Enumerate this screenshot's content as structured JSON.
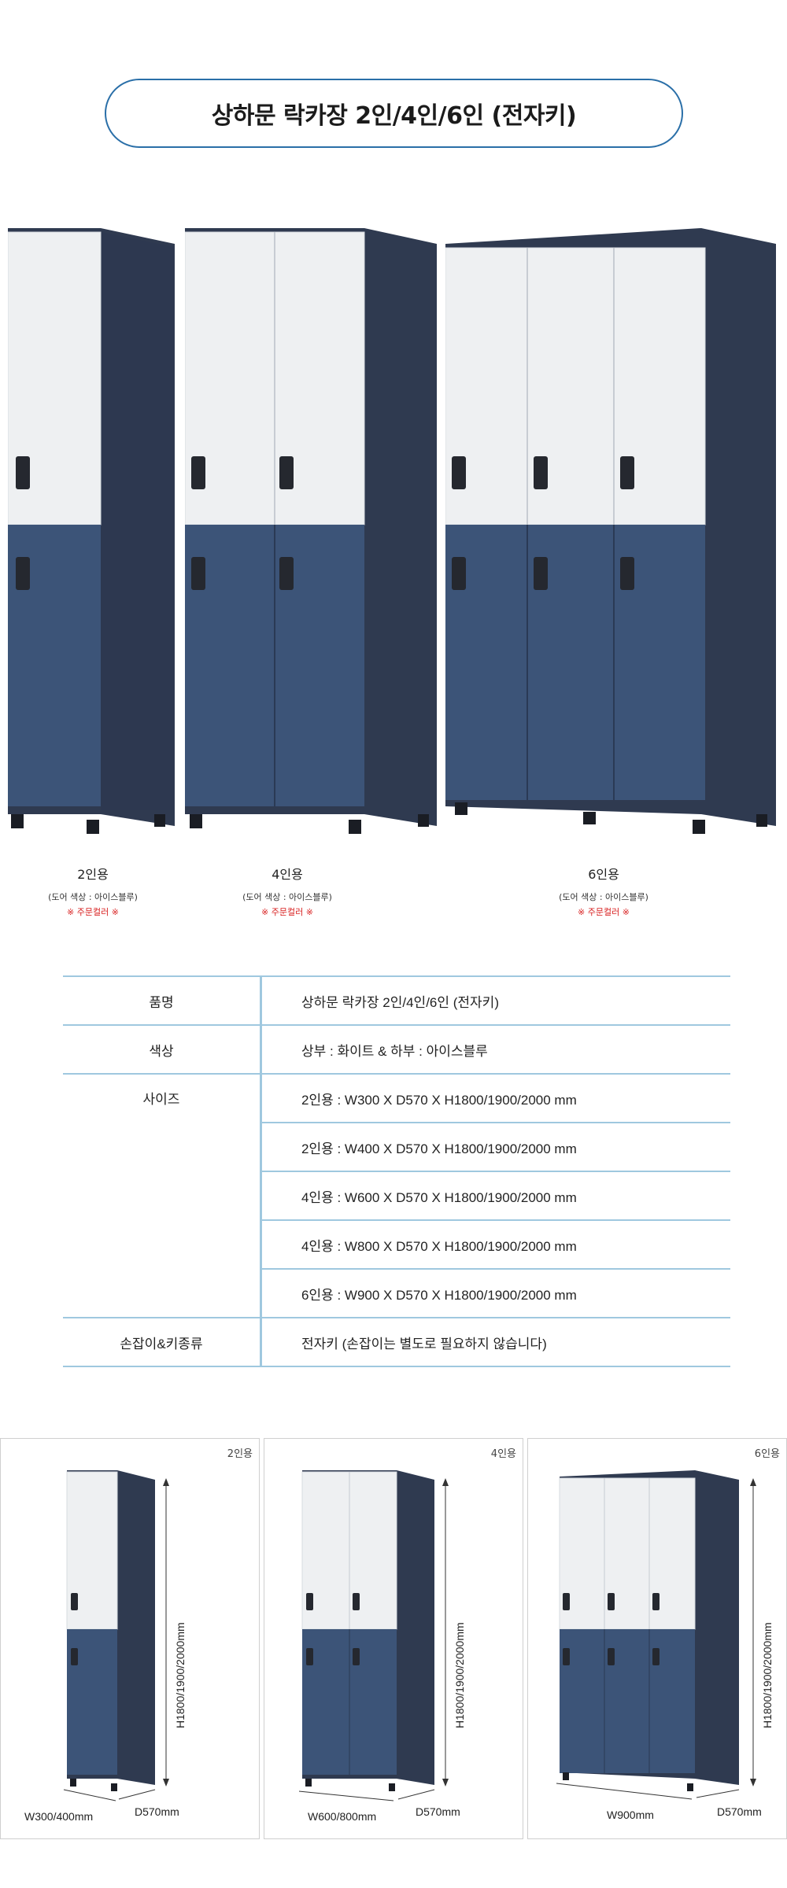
{
  "title": "상하문 락카장 2인/4인/6인 (전자키)",
  "colors": {
    "accent": "#2a6fa8",
    "door_white": "#eef0f2",
    "door_blue": "#3c5478",
    "body": "#2f3a50",
    "table_line": "#9fc8df",
    "note_red": "#d82020"
  },
  "products": [
    {
      "label": "2인용",
      "sub": "(도어 색상 : 아이스블루)",
      "note": "※ 주문컬러 ※"
    },
    {
      "label": "4인용",
      "sub": "(도어 색상 : 아이스블루)",
      "note": "※ 주문컬러 ※"
    },
    {
      "label": "6인용",
      "sub": "(도어 색상 : 아이스블루)",
      "note": "※ 주문컬러 ※"
    }
  ],
  "spec": {
    "product_name": {
      "label": "품명",
      "value": "상하문 락카장 2인/4인/6인 (전자키)"
    },
    "color": {
      "label": "색상",
      "value": "상부 : 화이트 & 하부 : 아이스블루"
    },
    "size": {
      "label": "사이즈",
      "values": [
        "2인용 : W300 X D570 X H1800/1900/2000 mm",
        "2인용 : W400 X D570 X H1800/1900/2000 mm",
        "4인용 : W600 X D570 X H1800/1900/2000 mm",
        "4인용 : W800 X D570 X H1800/1900/2000 mm",
        "6인용 : W900 X D570 X H1800/1900/2000 mm"
      ]
    },
    "handle": {
      "label": "손잡이&키종류",
      "value": "전자키 (손잡이는 별도로 필요하지 않습니다)"
    }
  },
  "dimensions": [
    {
      "tag": "2인용",
      "height": "H1800/1900/2000mm",
      "width": "W300/400mm",
      "depth": "D570mm"
    },
    {
      "tag": "4인용",
      "height": "H1800/1900/2000mm",
      "width": "W600/800mm",
      "depth": "D570mm"
    },
    {
      "tag": "6인용",
      "height": "H1800/1900/2000mm",
      "width": "W900mm",
      "depth": "D570mm"
    }
  ]
}
